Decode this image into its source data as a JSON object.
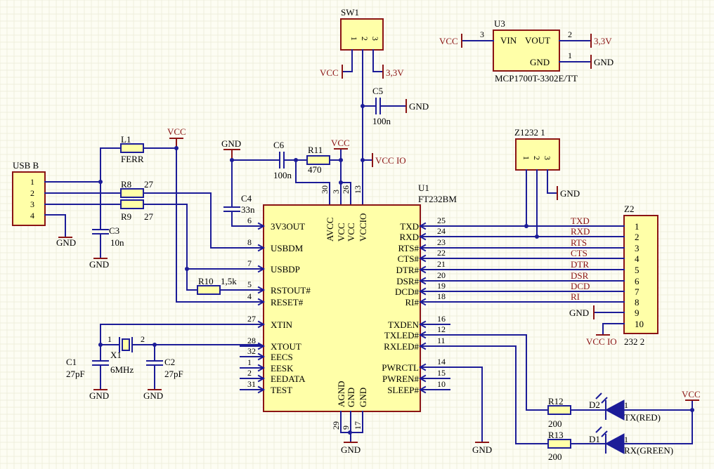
{
  "components": {
    "usb": {
      "ref": "USB B",
      "pins": [
        "1",
        "2",
        "3",
        "4"
      ]
    },
    "sw1": {
      "ref": "SW1",
      "pins": [
        "1",
        "2",
        "3"
      ]
    },
    "u3": {
      "ref": "U3",
      "value": "MCP1700T-3302E/TT",
      "vin": "VIN",
      "vout": "VOUT",
      "gnd": "GND",
      "pin_vin": "3",
      "pin_vout": "2",
      "pin_gnd": "1"
    },
    "z1232": {
      "ref": "Z1232 1",
      "pins": [
        "1",
        "2",
        "3"
      ]
    },
    "z2": {
      "ref": "Z2",
      "value": "232 2",
      "pins": [
        "1",
        "2",
        "3",
        "4",
        "5",
        "6",
        "7",
        "8",
        "9",
        "10"
      ]
    },
    "l1": {
      "ref": "L1",
      "value": "FERR"
    },
    "r8": {
      "ref": "R8",
      "value": "27"
    },
    "r9": {
      "ref": "R9",
      "value": "27"
    },
    "r10": {
      "ref": "R10",
      "value": "1,5k"
    },
    "r11": {
      "ref": "R11",
      "value": "470"
    },
    "r12": {
      "ref": "R12",
      "value": "200"
    },
    "r13": {
      "ref": "R13",
      "value": "200"
    },
    "c1": {
      "ref": "C1",
      "value": "27pF"
    },
    "c2": {
      "ref": "C2",
      "value": "27pF"
    },
    "c3": {
      "ref": "C3",
      "value": "10n"
    },
    "c4": {
      "ref": "C4",
      "value": "33n"
    },
    "c5": {
      "ref": "C5",
      "value": "100n"
    },
    "c6": {
      "ref": "C6",
      "value": "100n"
    },
    "x1": {
      "ref": "X1",
      "value": "6MHz",
      "pin1": "1",
      "pin2": "2"
    },
    "d2": {
      "ref": "D2",
      "value": "TX(RED)",
      "pin": "1"
    },
    "d1": {
      "ref": "D1",
      "value": "RX(GREEN)",
      "pin": "1"
    },
    "u1": {
      "ref": "U1",
      "value": "FT232BM",
      "left_pins": [
        {
          "num": "6",
          "name": "3V3OUT"
        },
        {
          "num": "8",
          "name": "USBDM"
        },
        {
          "num": "7",
          "name": "USBDP"
        },
        {
          "num": "5",
          "name": "RSTOUT#"
        },
        {
          "num": "4",
          "name": "RESET#"
        },
        {
          "num": "27",
          "name": "XTIN"
        },
        {
          "num": "28",
          "name": "XTOUT"
        },
        {
          "num": "32",
          "name": "EECS"
        },
        {
          "num": "1",
          "name": "EESK"
        },
        {
          "num": "2",
          "name": "EEDATA"
        },
        {
          "num": "31",
          "name": "TEST"
        }
      ],
      "right_pins": [
        {
          "num": "25",
          "name": "TXD"
        },
        {
          "num": "24",
          "name": "RXD"
        },
        {
          "num": "23",
          "name": "RTS#"
        },
        {
          "num": "22",
          "name": "CTS#"
        },
        {
          "num": "21",
          "name": "DTR#"
        },
        {
          "num": "20",
          "name": "DSR#"
        },
        {
          "num": "19",
          "name": "DCD#"
        },
        {
          "num": "18",
          "name": "RI#"
        },
        {
          "num": "16",
          "name": "TXDEN"
        },
        {
          "num": "12",
          "name": "TXLED#"
        },
        {
          "num": "11",
          "name": "RXLED#"
        },
        {
          "num": "14",
          "name": "PWRCTL"
        },
        {
          "num": "15",
          "name": "PWREN#"
        },
        {
          "num": "10",
          "name": "SLEEP#"
        }
      ],
      "top_pins": [
        {
          "num": "30",
          "name": "AVCC"
        },
        {
          "num": "3",
          "name": "VCC"
        },
        {
          "num": "26",
          "name": "VCC"
        },
        {
          "num": "13",
          "name": "VCCIO"
        }
      ],
      "bottom_pins": [
        {
          "num": "29",
          "name": "AGND"
        },
        {
          "num": "9",
          "name": "GND"
        },
        {
          "num": "17",
          "name": "GND"
        }
      ]
    }
  },
  "nets": {
    "vcc": "VCC",
    "gnd": "GND",
    "v33": "3,3V",
    "vccio": "VCC IO",
    "z2_nets": [
      "TXD",
      "RXD",
      "RTS",
      "CTS",
      "DTR",
      "DSR",
      "DCD",
      "RI"
    ]
  }
}
